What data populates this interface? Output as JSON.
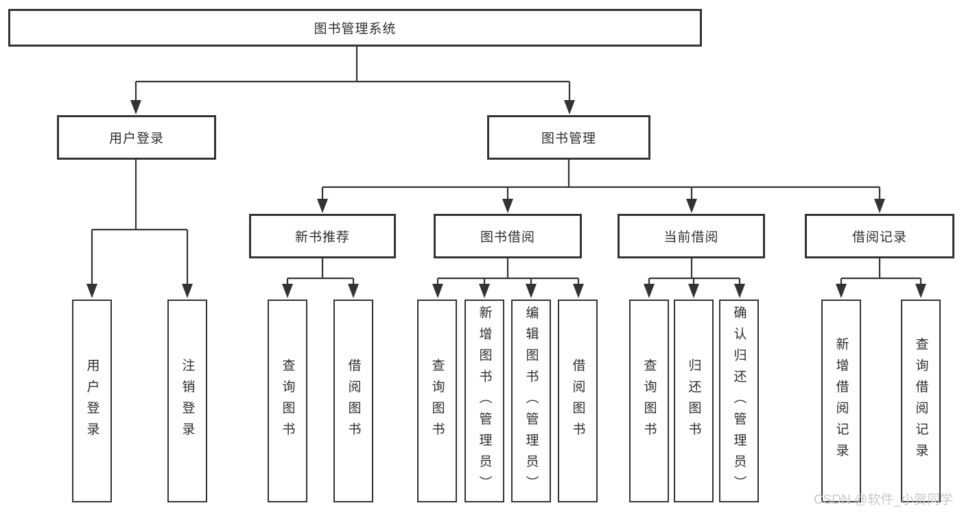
{
  "tree": {
    "root": "图书管理系统",
    "children": [
      {
        "label": "用户登录",
        "children": [
          "用户登录",
          "注销登录"
        ]
      },
      {
        "label": "图书管理",
        "children": [
          {
            "label": "新书推荐",
            "children": [
              "查询图书",
              "借阅图书"
            ]
          },
          {
            "label": "图书借阅",
            "children": [
              "查询图书",
              "新增图书（管理员）",
              "编辑图书（管理员）",
              "借阅图书"
            ]
          },
          {
            "label": "当前借阅",
            "children": [
              "查询图书",
              "归还图书",
              "确认归还（管理员）"
            ]
          },
          {
            "label": "借阅记录",
            "children": [
              "新增借阅记录",
              "查询借阅记录"
            ]
          }
        ]
      }
    ]
  },
  "watermark": {
    "text": "CSDN @软件_小贺同学"
  },
  "colors": {
    "line": "#333333",
    "box_border": "#333333",
    "box_fill": "#ffffff",
    "text": "#2e2e2e",
    "watermark": "#c9c9c9",
    "background": "#ffffff"
  }
}
